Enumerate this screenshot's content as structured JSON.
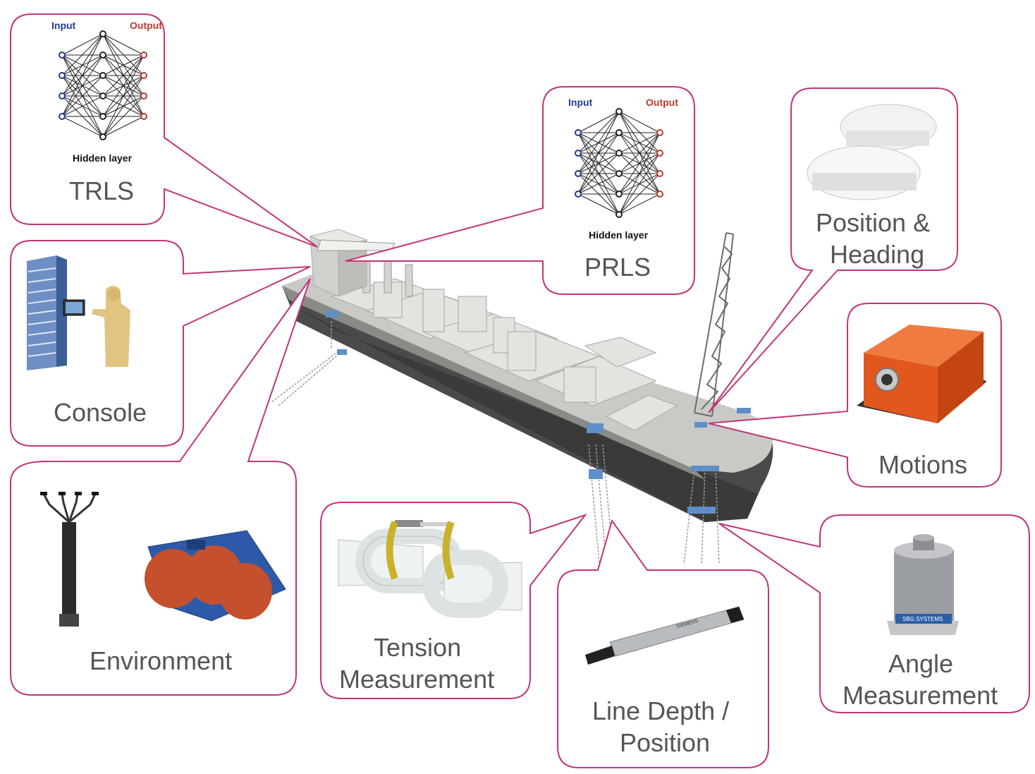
{
  "callouts": {
    "trls": {
      "label": "TRLS",
      "nn": {
        "input": "Input",
        "output": "Output",
        "hidden": "Hidden layer"
      }
    },
    "prls": {
      "label": "PRLS",
      "nn": {
        "input": "Input",
        "output": "Output",
        "hidden": "Hidden layer"
      }
    },
    "console": {
      "label": "Console"
    },
    "environment": {
      "label": "Environment"
    },
    "tension": {
      "line1": "Tension",
      "line2": "Measurement"
    },
    "line_depth": {
      "line1": "Line Depth /",
      "line2": "Position"
    },
    "position_heading": {
      "line1": "Position &",
      "line2": "Heading"
    },
    "motions": {
      "label": "Motions"
    },
    "angle": {
      "line1": "Angle",
      "line2": "Measurement",
      "brand": "SBG SYSTEMS"
    }
  },
  "colors": {
    "callout_border": "#c0357a",
    "input_blue": "#1f3a93",
    "output_red": "#c0392b",
    "label_gray": "#555555"
  },
  "icons": [
    "neural-network-icon",
    "server-operator-icon",
    "anemometer-icon",
    "current-meter-icon",
    "chain-link-icon",
    "depth-sensor-icon",
    "gps-antenna-icon",
    "motion-sensor-icon",
    "inclinometer-icon",
    "fpso-vessel-icon"
  ]
}
